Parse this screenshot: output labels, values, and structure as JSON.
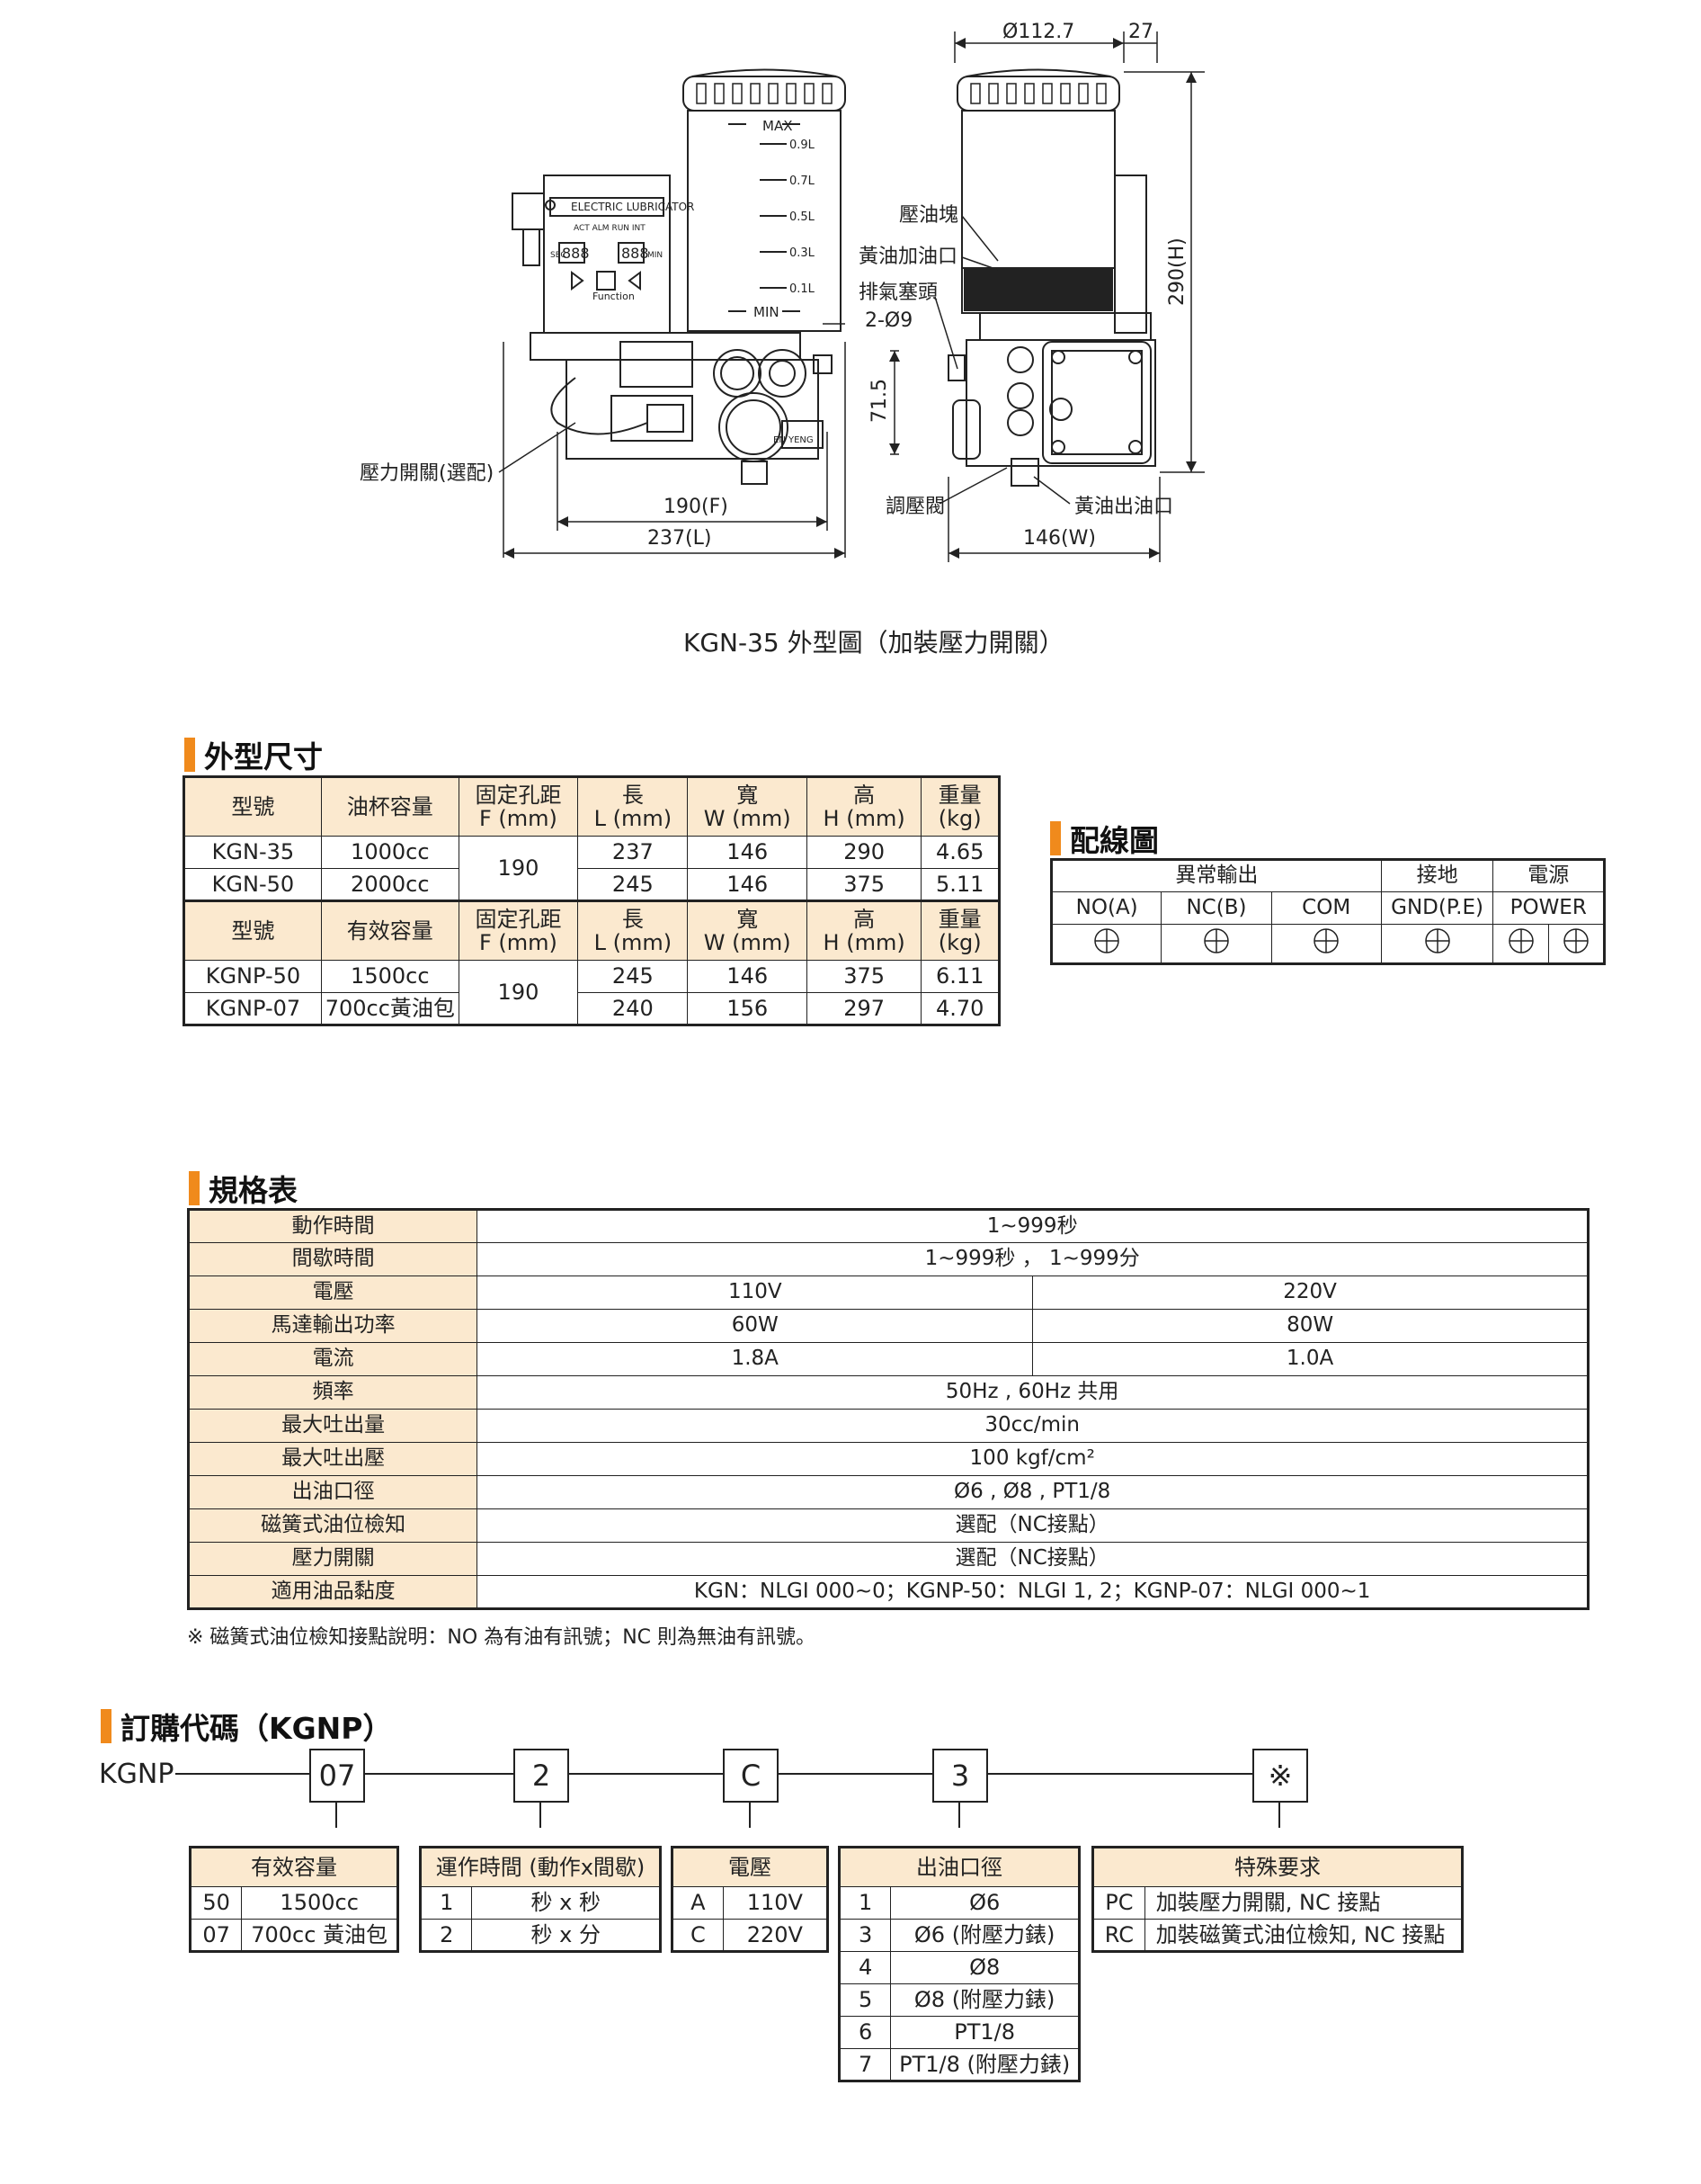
{
  "drawing": {
    "dims": {
      "d1127": "Ø112.7",
      "d27": "27",
      "d290": "290(H)",
      "d715": "71.5",
      "d190f": "190(F)",
      "d237l": "237(L)",
      "d146w": "146(W)"
    },
    "callouts": {
      "pressure_block": "壓油塊",
      "grease_inlet": "黃油加油口",
      "vent_plug": "排氣塞頭",
      "holes": "2-Ø9",
      "pressure_switch": "壓力開關(選配)",
      "pressure_valve": "調壓閥",
      "grease_outlet": "黃油出油口"
    },
    "tank_marks": [
      "MAX",
      "0.9L",
      "0.7L",
      "0.5L",
      "0.3L",
      "0.1L",
      "MIN"
    ],
    "controller": {
      "title": "ELECTRIC LUBRICATOR",
      "leds": "ACT  ALM  RUN  INT",
      "sec": "SEC",
      "min": "MIN",
      "function": "Function",
      "f_key": "F",
      "digits1": "888",
      "digits2": "888"
    },
    "gauge_label": "EN YENG"
  },
  "caption": "KGN-35 外型圖（加裝壓力開關）",
  "dimensions_section": {
    "title": "外型尺寸",
    "header1": [
      "型號",
      "油杯容量",
      "固定孔距\nF (mm)",
      "長\nL (mm)",
      "寬\nW (mm)",
      "高\nH (mm)",
      "重量\n(kg)"
    ],
    "rows1": [
      {
        "model": "KGN-35",
        "cap": "1000cc",
        "f": "190",
        "l": "237",
        "w": "146",
        "h": "290",
        "kg": "4.65"
      },
      {
        "model": "KGN-50",
        "cap": "2000cc",
        "l": "245",
        "w": "146",
        "h": "375",
        "kg": "5.11"
      }
    ],
    "header2": [
      "型號",
      "有效容量",
      "固定孔距\nF (mm)",
      "長\nL (mm)",
      "寬\nW (mm)",
      "高\nH (mm)",
      "重量\n(kg)"
    ],
    "rows2": [
      {
        "model": "KGNP-50",
        "cap": "1500cc",
        "f": "190",
        "l": "245",
        "w": "146",
        "h": "375",
        "kg": "6.11"
      },
      {
        "model": "KGNP-07",
        "cap": "700cc黃油包",
        "l": "240",
        "w": "156",
        "h": "297",
        "kg": "4.70"
      }
    ]
  },
  "wiring_section": {
    "title": "配線圖",
    "group1": "異常輸出",
    "group2": "接地",
    "group3": "電源",
    "cols": [
      "NO(A)",
      "NC(B)",
      "COM",
      "GND(P.E)",
      "POWER"
    ]
  },
  "spec_section": {
    "title": "規格表",
    "rows": [
      {
        "label": "動作時間",
        "v": "1~999秒"
      },
      {
        "label": "間歇時間",
        "v": "1~999秒 ， 1~999分"
      },
      {
        "label": "電壓",
        "v1": "110V",
        "v2": "220V"
      },
      {
        "label": "馬達輸出功率",
        "v1": "60W",
        "v2": "80W"
      },
      {
        "label": "電流",
        "v1": "1.8A",
        "v2": "1.0A"
      },
      {
        "label": "頻率",
        "v": "50Hz , 60Hz 共用"
      },
      {
        "label": "最大吐出量",
        "v": "30cc/min"
      },
      {
        "label": "最大吐出壓",
        "v": "100 kgf/cm²"
      },
      {
        "label": "出油口徑",
        "v": "Ø6 , Ø8 , PT1/8"
      },
      {
        "label": "磁簧式油位檢知",
        "v": "選配（NC接點）"
      },
      {
        "label": "壓力開關",
        "v": "選配（NC接點）"
      },
      {
        "label": "適用油品黏度",
        "v": "KGN：NLGI 000~0；KGNP-50：NLGI 1, 2；KGNP-07：NLGI 000~1"
      }
    ],
    "note": "※ 磁簧式油位檢知接點說明：NO 為有油有訊號；NC 則為無油有訊號。"
  },
  "order_section": {
    "title": "訂購代碼（KGNP）",
    "prefix": "KGNP",
    "codes": [
      "07",
      "2",
      "C",
      "3",
      "※"
    ],
    "capacity": {
      "title": "有效容量",
      "rows": [
        [
          "50",
          "1500cc"
        ],
        [
          "07",
          "700cc 黃油包"
        ]
      ]
    },
    "timing": {
      "title": "運作時間 (動作x間歇)",
      "rows": [
        [
          "1",
          "秒 x 秒"
        ],
        [
          "2",
          "秒 x 分"
        ]
      ]
    },
    "voltage": {
      "title": "電壓",
      "rows": [
        [
          "A",
          "110V"
        ],
        [
          "C",
          "220V"
        ]
      ]
    },
    "outlet": {
      "title": "出油口徑",
      "rows": [
        [
          "1",
          "Ø6"
        ],
        [
          "3",
          "Ø6 (附壓力錶)"
        ],
        [
          "4",
          "Ø8"
        ],
        [
          "5",
          "Ø8 (附壓力錶)"
        ],
        [
          "6",
          "PT1/8"
        ],
        [
          "7",
          "PT1/8 (附壓力錶)"
        ]
      ]
    },
    "special": {
      "title": "特殊要求",
      "rows": [
        [
          "PC",
          "加裝壓力開關, NC 接點"
        ],
        [
          "RC",
          "加裝磁簧式油位檢知, NC 接點"
        ]
      ]
    }
  }
}
